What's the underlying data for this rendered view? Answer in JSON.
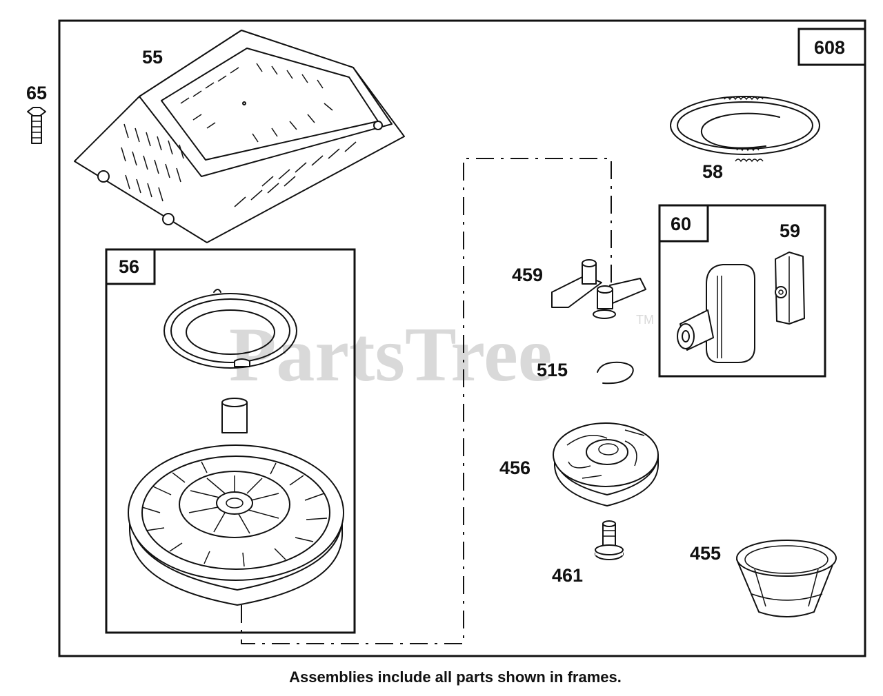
{
  "labels": {
    "p55": "55",
    "p65": "65",
    "p608": "608",
    "p58": "58",
    "p60": "60",
    "p59": "59",
    "p56": "56",
    "p459": "459",
    "p515": "515",
    "p456": "456",
    "p461": "461",
    "p455": "455"
  },
  "watermark": {
    "text": "PartsTree",
    "tm": "TM"
  },
  "caption": "Assemblies include all parts shown in frames."
}
